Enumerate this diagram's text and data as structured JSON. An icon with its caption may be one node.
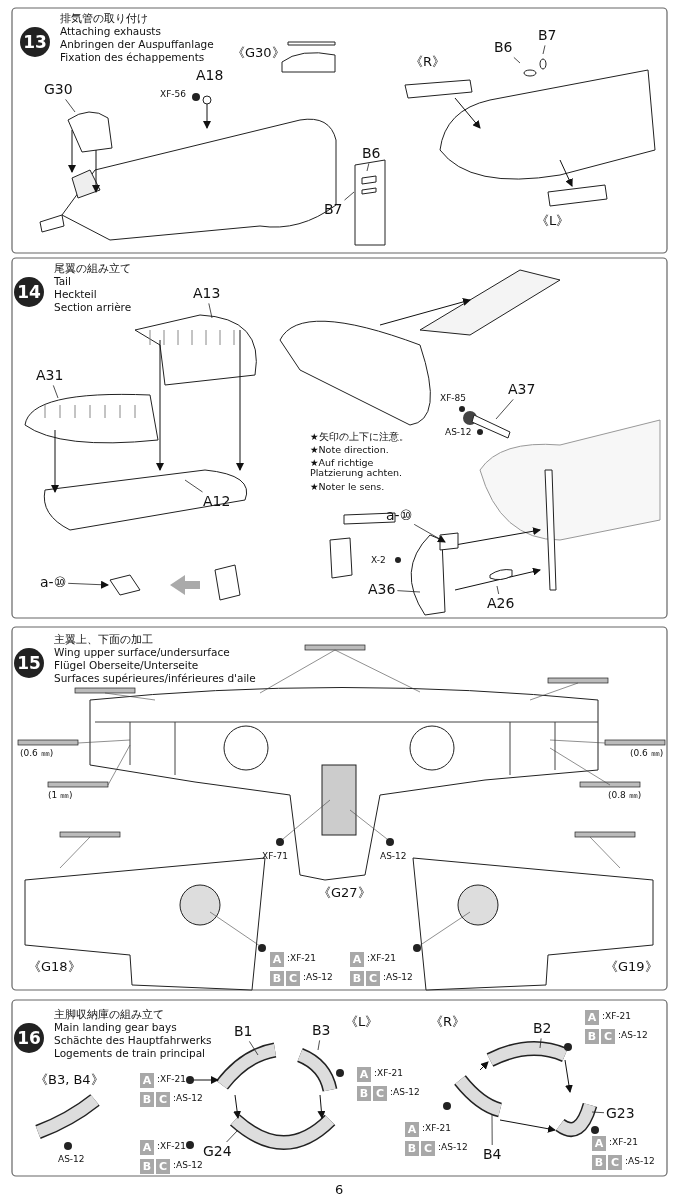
{
  "diagram": {
    "nodes": [
      {
        "text": [
          "G30"
        ]
      },
      {
        "text": [
          "B6"
        ]
      },
      {
        "text": [
          "B7"
        ]
      },
      {
        "text": [
          "B7"
        ]
      },
      {
        "text": [
          "B6"
        ]
      },
      {
        "text": [
          "A13"
        ]
      },
      {
        "text": [
          "A31"
        ]
      },
      {
        "text": [
          "A12"
        ]
      },
      {
        "text": [
          "a-⑩"
        ]
      },
      {
        "text": [
          "A37"
        ]
      },
      {
        "text": [
          "a-⑩"
        ]
      },
      {
        "text": [
          "A36"
        ]
      },
      {
        "text": [
          "A26"
        ]
      },
      {
        "text": [
          "B1"
        ]
      },
      {
        "text": [
          "B3"
        ]
      },
      {
        "text": [
          "B2"
        ]
      },
      {
        "text": [
          "G23"
        ]
      },
      {
        "text": [
          "G24"
        ]
      },
      {
        "text": [
          "B4"
        ]
      }
    ],
    "edges": [
      {
        "from": 0,
        "to": null,
        "arrow": "none"
      },
      {
        "from": 1,
        "to": null,
        "arrow": "none"
      },
      {
        "from": 2,
        "to": null,
        "arrow": "none"
      },
      {
        "from": 3,
        "to": null,
        "arrow": "none"
      },
      {
        "from": 4,
        "to": null,
        "arrow": "none"
      },
      {
        "from": 5,
        "to": null,
        "arrow": "none"
      },
      {
        "from": 6,
        "to": null,
        "arrow": "none"
      },
      {
        "from": 7,
        "to": null,
        "arrow": "none"
      },
      {
        "from": 8,
        "to": null,
        "arrow": "to"
      },
      {
        "from": 9,
        "to": null,
        "arrow": "none"
      },
      {
        "from": 10,
        "to": null,
        "arrow": "to"
      },
      {
        "from": 11,
        "to": null,
        "arrow": "none"
      },
      {
        "from": 12,
        "to": null,
        "arrow": "none"
      },
      {
        "from": 13,
        "to": null,
        "arrow": "none"
      },
      {
        "from": 14,
        "to": null,
        "arrow": "none"
      },
      {
        "from": 15,
        "to": null,
        "arrow": "none"
      },
      {
        "from": 16,
        "to": null,
        "arrow": "none"
      },
      {
        "from": 17,
        "to": null,
        "arrow": "none"
      },
      {
        "from": 18,
        "to": null,
        "arrow": "none"
      }
    ],
    "labels": [
      "13",
      "排気管の取り付け",
      "Attaching exhausts",
      "Anbringen der Auspuffanlage",
      "Fixation des échappements",
      "《G30》",
      "A18",
      "XF-56",
      "《R》",
      "《L》",
      "14",
      "尾翼の組み立て",
      "Tail",
      "Heckteil",
      "Section arrière",
      "XF-85",
      "AS-12",
      "★矢印の上下に注意。",
      "★Note direction.",
      "★Auf richtige Platzierung achten.",
      "★Noter le sens.",
      "X-2",
      "15",
      "主翼上、下面の加工",
      "Wing upper surface/undersurface",
      "Flügel Oberseite/Unterseite",
      "Surfaces supérieures/inférieures d'aile",
      "(0.6 ㎜)",
      "(1 ㎜)",
      "(0.6 ㎜)",
      "(0.8 ㎜)",
      "XF-71",
      "AS-12",
      "《G27》",
      "《G18》",
      "A",
      ":XF-21",
      "B",
      "C",
      ":AS-12",
      "A",
      ":XF-21",
      "B",
      "C",
      ":AS-12",
      "《G19》",
      "16",
      "主脚収納庫の組み立て",
      "Main landing gear bays",
      "Schächte des Hauptfahrwerks",
      "Logements de train principal",
      "《L》",
      "《R》",
      "A",
      ":XF-21",
      "B",
      "C",
      ":AS-12",
      "《B3, B4》",
      "A",
      ":XF-21",
      "B",
      "C",
      ":AS-12",
      "A",
      ":XF-21",
      "B",
      "C",
      ":AS-12",
      "A",
      ":XF-21",
      "B",
      "C",
      ":AS-12",
      "AS-12",
      "A",
      ":XF-21",
      "B",
      "C",
      ":AS-12",
      "A",
      ":XF-21",
      "B",
      "C",
      ":AS-12",
      "6"
    ]
  }
}
